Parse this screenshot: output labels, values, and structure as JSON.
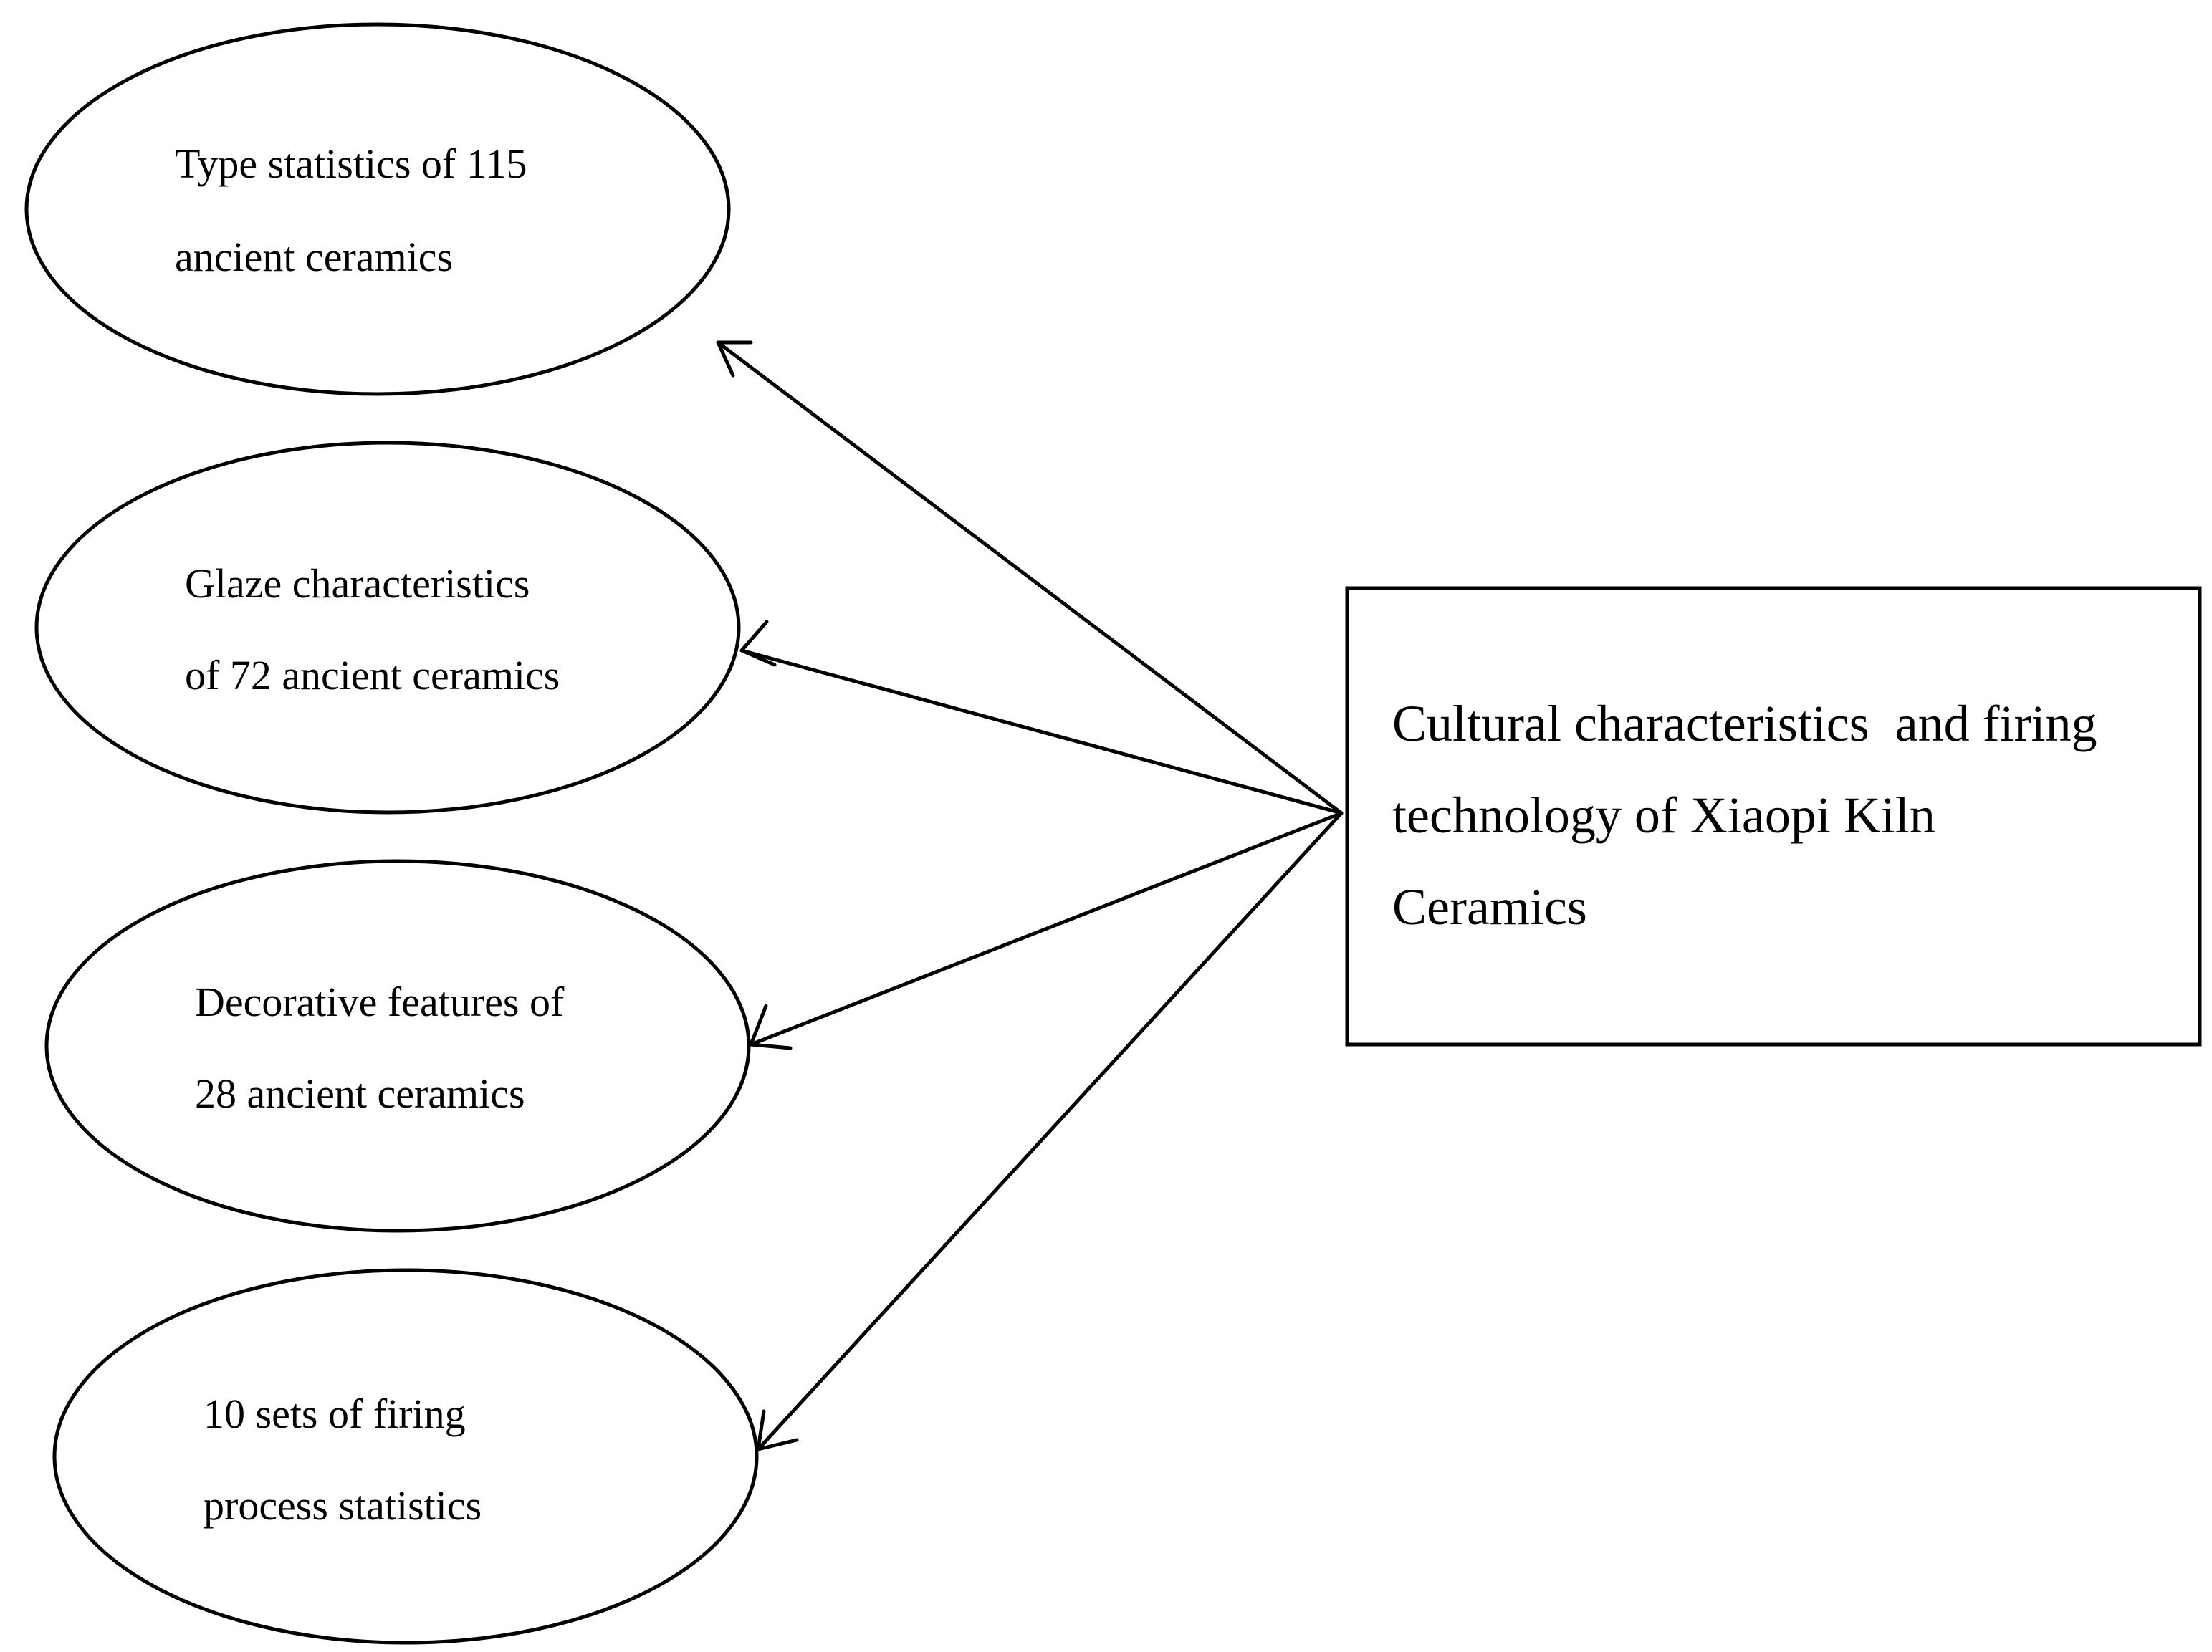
{
  "diagram": {
    "target": {
      "lines": [
        "Cultural characteristics  and firing",
        "technology of Xiaopi Kiln",
        "Ceramics"
      ]
    },
    "sources": [
      {
        "lines": [
          "Type statistics  of 115",
          "ancient ceramics"
        ]
      },
      {
        "lines": [
          "Glaze characteristics",
          "of 72 ancient ceramics"
        ]
      },
      {
        "lines": [
          "Decorative features of",
          "28 ancient ceramics"
        ]
      },
      {
        "lines": [
          "10 sets of firing",
          "process statistics"
        ]
      }
    ],
    "connections": [
      {
        "from": "target",
        "to": "source-1",
        "arrow": "to"
      },
      {
        "from": "target",
        "to": "source-2",
        "arrow": "to"
      },
      {
        "from": "target",
        "to": "source-3",
        "arrow": "to"
      },
      {
        "from": "target",
        "to": "source-4",
        "arrow": "to"
      }
    ]
  }
}
